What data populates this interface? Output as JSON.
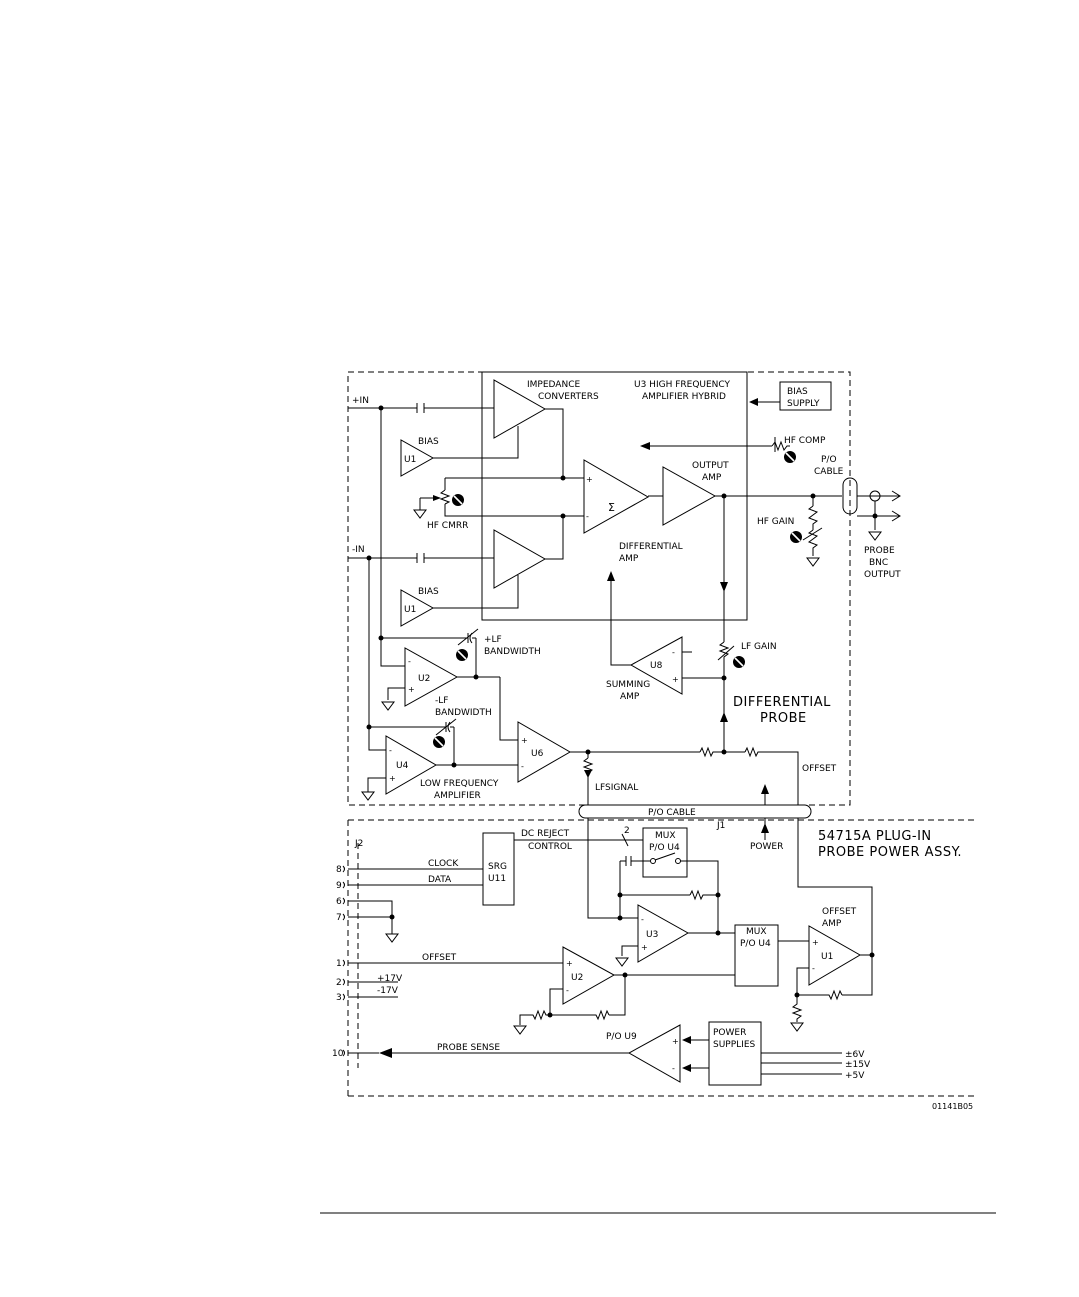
{
  "labels": {
    "plus_in": "+IN",
    "minus_in": "-IN",
    "bias_1": "BIAS",
    "bias_2": "BIAS",
    "u1_top": "U1",
    "u1_bottom": "U1",
    "impedance_1": "IMPEDANCE",
    "impedance_2": "CONVERTERS",
    "u3_hf_1": "U3 HIGH FREQUENCY",
    "u3_hf_2": "AMPLIFIER HYBRID",
    "bias_supply_1": "BIAS",
    "bias_supply_2": "SUPPLY",
    "hf_comp": "HF COMP",
    "po_cable_top_1": "P/O",
    "po_cable_top_2": "CABLE",
    "output_amp_1": "OUTPUT",
    "output_amp_2": "AMP",
    "sigma": "Σ",
    "hf_cmrr": "HF CMRR",
    "hf_gain": "HF GAIN",
    "probe_bnc_1": "PROBE",
    "probe_bnc_2": "BNC",
    "probe_bnc_3": "OUTPUT",
    "differential_amp_1": "DIFFERENTIAL",
    "differential_amp_2": "AMP",
    "plus_lf_bw_1": "+LF",
    "plus_lf_bw_2": "BANDWIDTH",
    "lf_gain": "LF GAIN",
    "u2_top": "U2",
    "u8": "U8",
    "summing_amp_1": "SUMMING",
    "summing_amp_2": "AMP",
    "minus_lf_bw_1": "-LF",
    "minus_lf_bw_2": "BANDWIDTH",
    "differential_probe_1": "DIFFERENTIAL",
    "differential_probe_2": "PROBE",
    "u6": "U6",
    "u4": "U4",
    "low_freq_amp_1": "LOW FREQUENCY",
    "low_freq_amp_2": "AMPLIFIER",
    "lfsignal": "LFSIGNAL",
    "offset_top": "OFFSET",
    "po_cable_mid": "P/O CABLE",
    "j1": "J1",
    "plugin_1": "54715A PLUG-IN",
    "plugin_2": "PROBE POWER ASSY.",
    "power": "POWER",
    "j2": "J2",
    "dc_reject_1": "DC REJECT",
    "dc_reject_2": "CONTROL",
    "bus_2": "2",
    "mux_top_1": "MUX",
    "mux_top_2": "P/O U4",
    "clock": "CLOCK",
    "data": "DATA",
    "srg_1": "SRG",
    "srg_2": "U11",
    "pin_8": "8",
    "pin_9": "9",
    "pin_6": "6",
    "pin_7": "7",
    "pin_1": "1",
    "pin_2": "2",
    "pin_3": "3",
    "pin_10": "10",
    "u3_bottom": "U3",
    "mux_bot_1": "MUX",
    "mux_bot_2": "P/O U4",
    "offset_amp_1": "OFFSET",
    "offset_amp_2": "AMP",
    "u1_offset": "U1",
    "offset_bottom": "OFFSET",
    "u2_bottom": "U2",
    "plus17v": "+17V",
    "minus17v": "-17V",
    "po_u9": "P/O U9",
    "power_supplies_1": "POWER",
    "power_supplies_2": "SUPPLIES",
    "probe_sense": "PROBE SENSE",
    "v6": "±6V",
    "v15": "±15V",
    "v5": "+5V",
    "figure_id": "01141B05"
  }
}
